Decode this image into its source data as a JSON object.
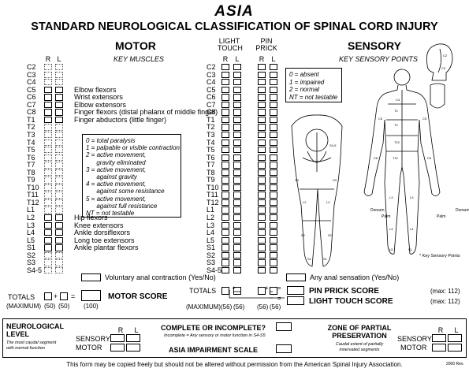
{
  "logo": "ASIA",
  "title": "STANDARD NEUROLOGICAL CLASSIFICATION OF SPINAL CORD INJURY",
  "motor": {
    "heading": "MOTOR",
    "subheading": "KEY MUSCLES",
    "col_r": "R",
    "col_l": "L",
    "levels": [
      "C2",
      "C3",
      "C4",
      "C5",
      "C6",
      "C7",
      "C8",
      "T1",
      "T2",
      "T3",
      "T4",
      "T5",
      "T6",
      "T7",
      "T8",
      "T9",
      "T10",
      "T11",
      "T12",
      "L1",
      "L2",
      "L3",
      "L4",
      "L5",
      "S1",
      "S2",
      "S3",
      "S4-5"
    ],
    "muscles": [
      {
        "level": "C5",
        "name": "Elbow flexors"
      },
      {
        "level": "C6",
        "name": "Wrist extensors"
      },
      {
        "level": "C7",
        "name": "Elbow extensors"
      },
      {
        "level": "C8",
        "name": "Finger flexors (distal phalanx of middle finger)"
      },
      {
        "level": "T1",
        "name": "Finger abductors (little finger)"
      },
      {
        "level": "L2",
        "name": "Hip flexors"
      },
      {
        "level": "L3",
        "name": "Knee extensors"
      },
      {
        "level": "L4",
        "name": "Ankle dorsiflexors"
      },
      {
        "level": "L5",
        "name": "Long toe extensors"
      },
      {
        "level": "S1",
        "name": "Ankle plantar flexors"
      }
    ],
    "scale": [
      "0 = total paralysis",
      "1 = palpable or visible contraction",
      "2 = active movement,",
      "      gravity eliminated",
      "3 = active movement,",
      "      against gravity",
      "4 = active movement,",
      "      against some resistance",
      "5 = active movement,",
      "      against full resistance",
      "NT = not testable"
    ],
    "anal": "Voluntary anal contraction (Yes/No)",
    "totals_label": "TOTALS",
    "plus": "+",
    "equals": "=",
    "maximum_label": "(MAXIMUM)",
    "max_r": "(50)",
    "max_l": "(50)",
    "max_total": "(100)",
    "score_label": "MOTOR SCORE"
  },
  "sensory": {
    "light_touch": "LIGHT\nTOUCH",
    "pin_prick": "PIN\nPRICK",
    "col_r": "R",
    "col_l": "L",
    "heading": "SENSORY",
    "subheading": "KEY SENSORY POINTS",
    "scale": [
      "0 = absent",
      "1 = impaired",
      "2 = normal",
      "NT = not testable"
    ],
    "anal": "Any anal sensation (Yes/No)",
    "totals_label": "TOTALS",
    "maximum_label": "(MAXIMUM)",
    "max_vals": [
      "(56)",
      "(56)",
      "(56)",
      "(56)"
    ],
    "pin_score": "PIN PRICK SCORE",
    "pin_max": "(max: 112)",
    "lt_score": "LIGHT TOUCH SCORE",
    "lt_max": "(max: 112)",
    "key_points_note": "* Key Sensory Points",
    "dorsum": "Dorsum",
    "palm": "Palm"
  },
  "bottom": {
    "neuro_title": "NEUROLOGICAL\nLEVEL",
    "neuro_desc": "The most caudal segment\nwith normal function",
    "r": "R",
    "l": "L",
    "sensory": "SENSORY",
    "motor": "MOTOR",
    "complete_title": "COMPLETE OR INCOMPLETE?",
    "complete_desc": "Incomplete = Any sensory or motor function in S4-S5",
    "asia_scale": "ASIA IMPAIRMENT SCALE",
    "zone_title": "ZONE OF PARTIAL\nPRESERVATION",
    "zone_desc": "Caudal extent of partially\ninnervated segments"
  },
  "footer": "This form may be copied freely but should not be altered without permission from the American Spinal Injury Association.",
  "revision": "2000 Rev."
}
